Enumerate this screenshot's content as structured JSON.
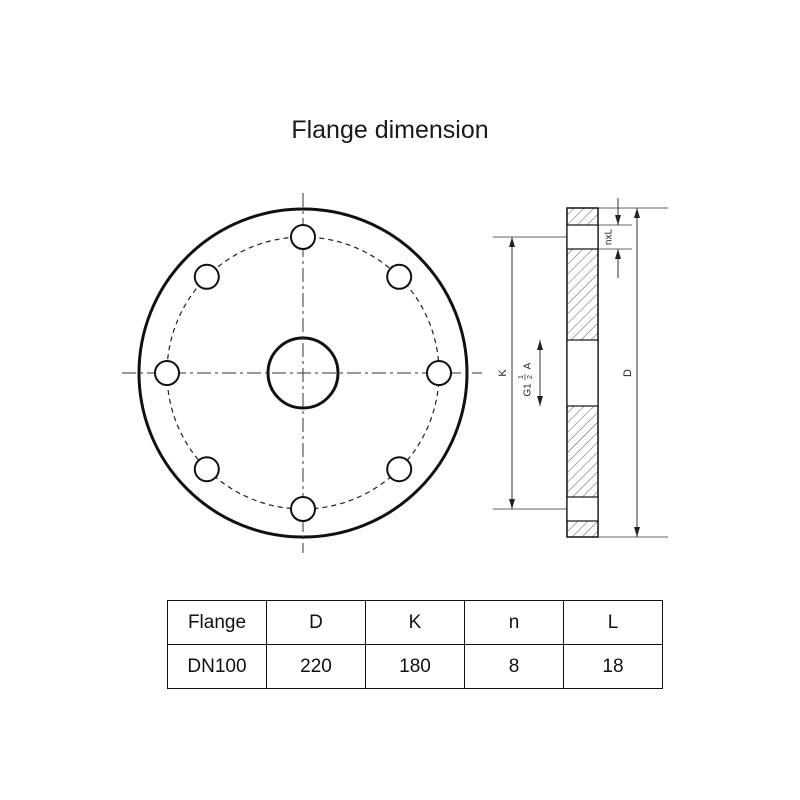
{
  "title": "Flange dimension",
  "labels": {
    "k": "K",
    "d": "D",
    "thread_main": "G1",
    "thread_num": "1",
    "thread_den": "2",
    "thread_suffix": "A",
    "hole_spec": "nxL"
  },
  "table": {
    "headers": [
      "Flange",
      "D",
      "K",
      "n",
      "L"
    ],
    "rows": [
      [
        "DN100",
        "220",
        "180",
        "8",
        "18"
      ]
    ]
  },
  "colors": {
    "line": "#111111"
  }
}
